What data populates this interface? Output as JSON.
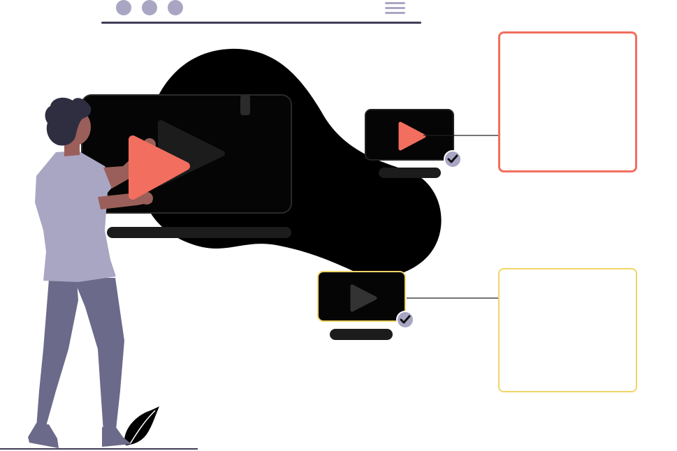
{
  "colors": {
    "accent_red": "#f26e5f",
    "accent_yellow": "#f0d565",
    "blob": "#000000",
    "lavender": "#a9a6c4",
    "dark_player": "#050505",
    "muted_bar": "#1c1c1c",
    "pants": "#6c6a8a",
    "skin": "#9a5f5a",
    "hair": "#2f2e41",
    "floor": "#3f3d56"
  },
  "window": {
    "dots": [
      "dot-1",
      "dot-2",
      "dot-3"
    ],
    "menu_icon": "hamburger-menu-icon"
  },
  "players": [
    {
      "id": "main",
      "icon": "play-icon",
      "state": "hero"
    },
    {
      "id": "small-top",
      "icon": "play-icon",
      "state": "checked"
    },
    {
      "id": "small-bottom",
      "icon": "play-icon",
      "state": "checked"
    }
  ],
  "cards": [
    {
      "id": "card-top",
      "color": "#f26e5f"
    },
    {
      "id": "card-bottom",
      "color": "#f0d565"
    }
  ]
}
